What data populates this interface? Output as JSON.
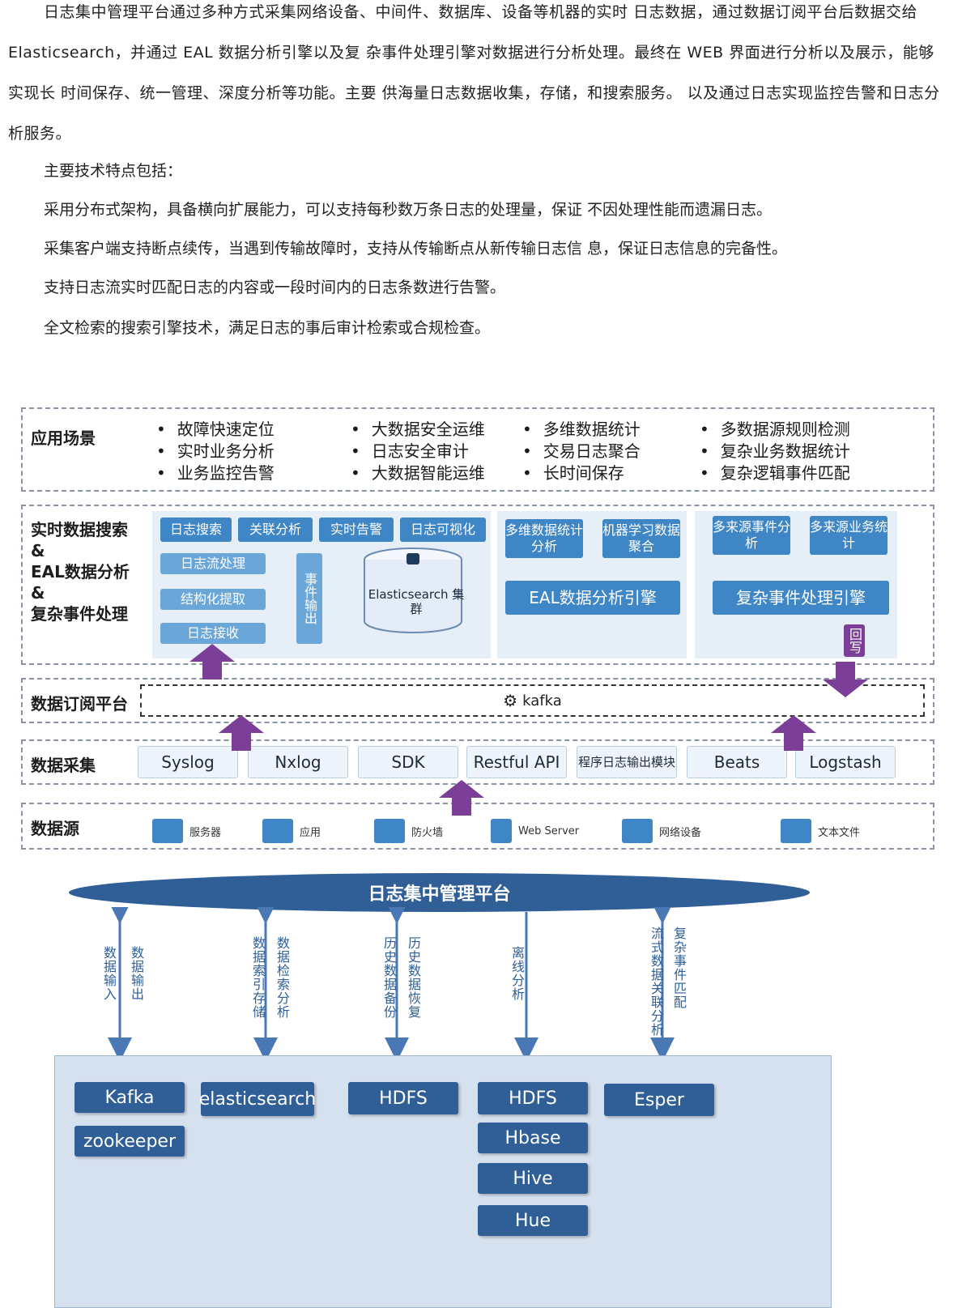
{
  "intro": {
    "paragraph": "日志集中管理平台通过多种方式采集网络设备、中间件、数据库、设备等机器的实时 日志数据，通过数据订阅平台后数据交给 Elasticsearch，并通过 EAL 数据分析引擎以及复 杂事件处理引擎对数据进行分析处理。最终在 WEB 界面进行分析以及展示，能够实现长 时间保存、统一管理、深度分析等功能。主要  供海量日志数据收集，存储，和搜索服务。 以及通过日志实现监控告警和日志分析服务。",
    "features_title": "主要技术特点包括：",
    "features": [
      "采用分布式架构，具备横向扩展能力，可以支持每秒数万条日志的处理量，保证 不因处理性能而遗漏日志。",
      "采集客户端支持断点续传，当遇到传输故障时，支持从传输断点从新传输日志信 息，保证日志信息的完备性。",
      "支持日志流实时匹配日志的内容或一段时间内的日志条数进行告警。",
      "全文检索的搜索引擎技术，满足日志的事后审计检索或合规检查。"
    ]
  },
  "architecture": {
    "app_scene": {
      "title": "应用场景",
      "columns": [
        [
          "故障快速定位",
          "实时业务分析",
          "业务监控告警"
        ],
        [
          "大数据安全运维",
          "日志安全审计",
          "大数据智能运维"
        ],
        [
          "多维数据统计",
          "交易日志聚合",
          "长时间保存"
        ],
        [
          "多数据源规则检测",
          "复杂业务数据统计",
          "复杂逻辑事件匹配"
        ]
      ]
    },
    "realtime": {
      "title_lines": [
        "实时数据搜索",
        "&",
        "EAL数据分析",
        "&",
        "复杂事件处理"
      ],
      "top_tiles": [
        "日志搜索",
        "关联分析",
        "实时告警",
        "日志可视化"
      ],
      "pipeline": [
        "日志流处理",
        "结构化提取",
        "日志接收"
      ],
      "event_output": "事件输出",
      "es_label": "Elasticsearch 集群",
      "eal_tiles": [
        "多维数据统计分析",
        "机器学习数据聚合"
      ],
      "eal_engine": "EAL数据分析引擎",
      "cep_tiles": [
        "多来源事件分析",
        "多来源业务统计"
      ],
      "cep_engine": "复杂事件处理引擎",
      "writeback": "回写"
    },
    "subscribe": {
      "title": "数据订阅平台",
      "kafka": "kafka"
    },
    "collect": {
      "title": "数据采集",
      "items": [
        "Syslog",
        "Nxlog",
        "SDK",
        "Restful API",
        "程序日志输出模块",
        "Beats",
        "Logstash"
      ]
    },
    "source": {
      "title": "数据源",
      "items": [
        "服务器",
        "应用",
        "防火墙",
        "Web Server",
        "网络设备",
        "文本文件"
      ]
    }
  },
  "platform": {
    "title": "日志集中管理平台",
    "arrows": [
      [
        "数据输入",
        "数据输出"
      ],
      [
        "数据索引存储",
        "数据检索分析"
      ],
      [
        "历史数据备份",
        "历史数据恢复"
      ],
      [
        "离线分析"
      ],
      [
        "流式数据关联分析",
        "复杂事件匹配"
      ]
    ],
    "tech": {
      "kafka": "Kafka",
      "zookeeper": "zookeeper",
      "elasticsearch": "elasticsearch",
      "hdfs1": "HDFS",
      "hdfs2": "HDFS",
      "hbase": "Hbase",
      "hive": "Hive",
      "hue": "Hue",
      "esper": "Esper"
    }
  },
  "colors": {
    "primary": "#2f5f96",
    "tile": "#3f86c6",
    "arrow": "#7b3f98"
  }
}
